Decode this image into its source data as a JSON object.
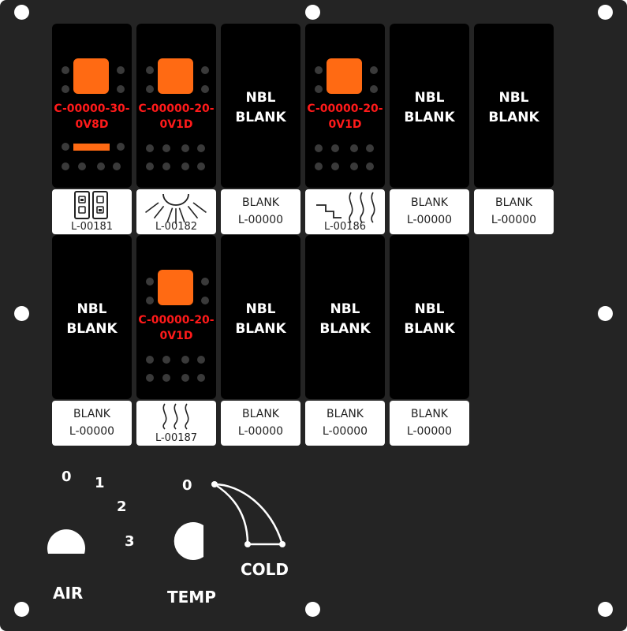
{
  "switches_row1": [
    {
      "type": "lamp",
      "code": [
        "C-00000-30-",
        "0V8D"
      ],
      "bar": true,
      "label_part": "L-00181",
      "icon": "seat-heater-icon"
    },
    {
      "type": "lamp",
      "code": [
        "C-00000-20-",
        "0V1D"
      ],
      "bar": false,
      "label_part": "L-00182",
      "icon": "sun-icon"
    },
    {
      "type": "nbl",
      "nbl": [
        "NBL",
        "BLANK"
      ],
      "label": [
        "BLANK",
        "L-00000"
      ]
    },
    {
      "type": "lamp",
      "code": [
        "C-00000-20-",
        "0V1D"
      ],
      "bar": false,
      "label_part": "L-00186",
      "icon": "defrost-stairs-icon"
    },
    {
      "type": "nbl",
      "nbl": [
        "NBL",
        "BLANK"
      ],
      "label": [
        "BLANK",
        "L-00000"
      ]
    },
    {
      "type": "nbl",
      "nbl": [
        "NBL",
        "BLANK"
      ],
      "label": [
        "BLANK",
        "L-00000"
      ]
    }
  ],
  "switches_row2": [
    {
      "type": "nbl",
      "nbl": [
        "NBL",
        "BLANK"
      ],
      "label": [
        "BLANK",
        "L-00000"
      ]
    },
    {
      "type": "lamp",
      "code": [
        "C-00000-20-",
        "0V1D"
      ],
      "bar": false,
      "label_part": "L-00187",
      "icon": "heat-waves-icon"
    },
    {
      "type": "nbl",
      "nbl": [
        "NBL",
        "BLANK"
      ],
      "label": [
        "BLANK",
        "L-00000"
      ]
    },
    {
      "type": "nbl",
      "nbl": [
        "NBL",
        "BLANK"
      ],
      "label": [
        "BLANK",
        "L-00000"
      ]
    },
    {
      "type": "nbl",
      "nbl": [
        "NBL",
        "BLANK"
      ],
      "label": [
        "BLANK",
        "L-00000"
      ]
    }
  ],
  "air_knob": {
    "label": "AIR",
    "positions": [
      "0",
      "1",
      "2",
      "3"
    ]
  },
  "temp_knob": {
    "label": "TEMP",
    "zero": "0",
    "cold": "COLD"
  },
  "colors": {
    "panel": "#242424",
    "lamp": "#ff6a13",
    "code_text": "#ff1a1a"
  }
}
